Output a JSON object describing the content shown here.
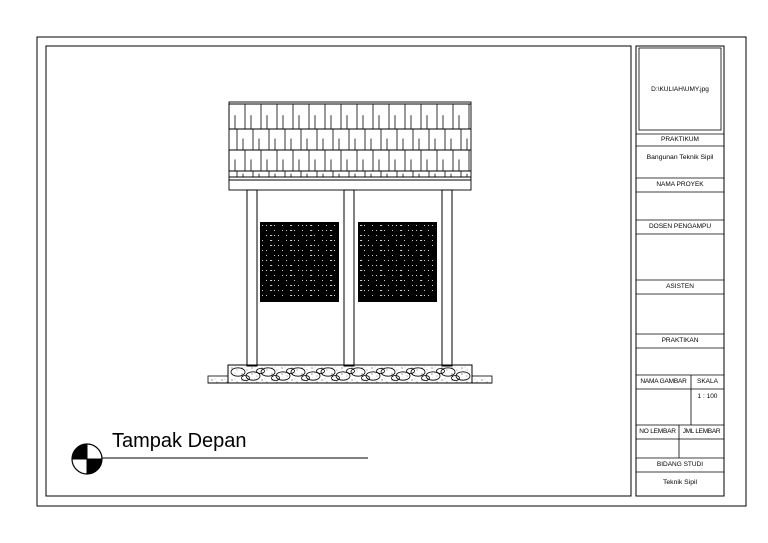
{
  "drawing": {
    "title": "Tampak Depan"
  },
  "title_block": {
    "logo_text": "D:\\KULIAH\\UMY.jpg",
    "praktikum_label": "PRAKTIKUM",
    "praktikum_value": "Bangunan Teknik Sipil",
    "nama_proyek_label": "NAMA PROYEK",
    "dosen_label": "DOSEN PENGAMPU",
    "asisten_label": "ASISTEN",
    "praktikan_label": "PRAKTIKAN",
    "nama_gambar_label": "NAMA GAMBAR",
    "skala_label": "SKALA",
    "skala_value": "1 : 100",
    "no_lembar_label": "NO LEMBAR",
    "jml_lembar_label": "JML LEMBAR",
    "bidang_studi_label": "BIDANG STUDI",
    "bidang_studi_value": "Teknik Sipil"
  }
}
